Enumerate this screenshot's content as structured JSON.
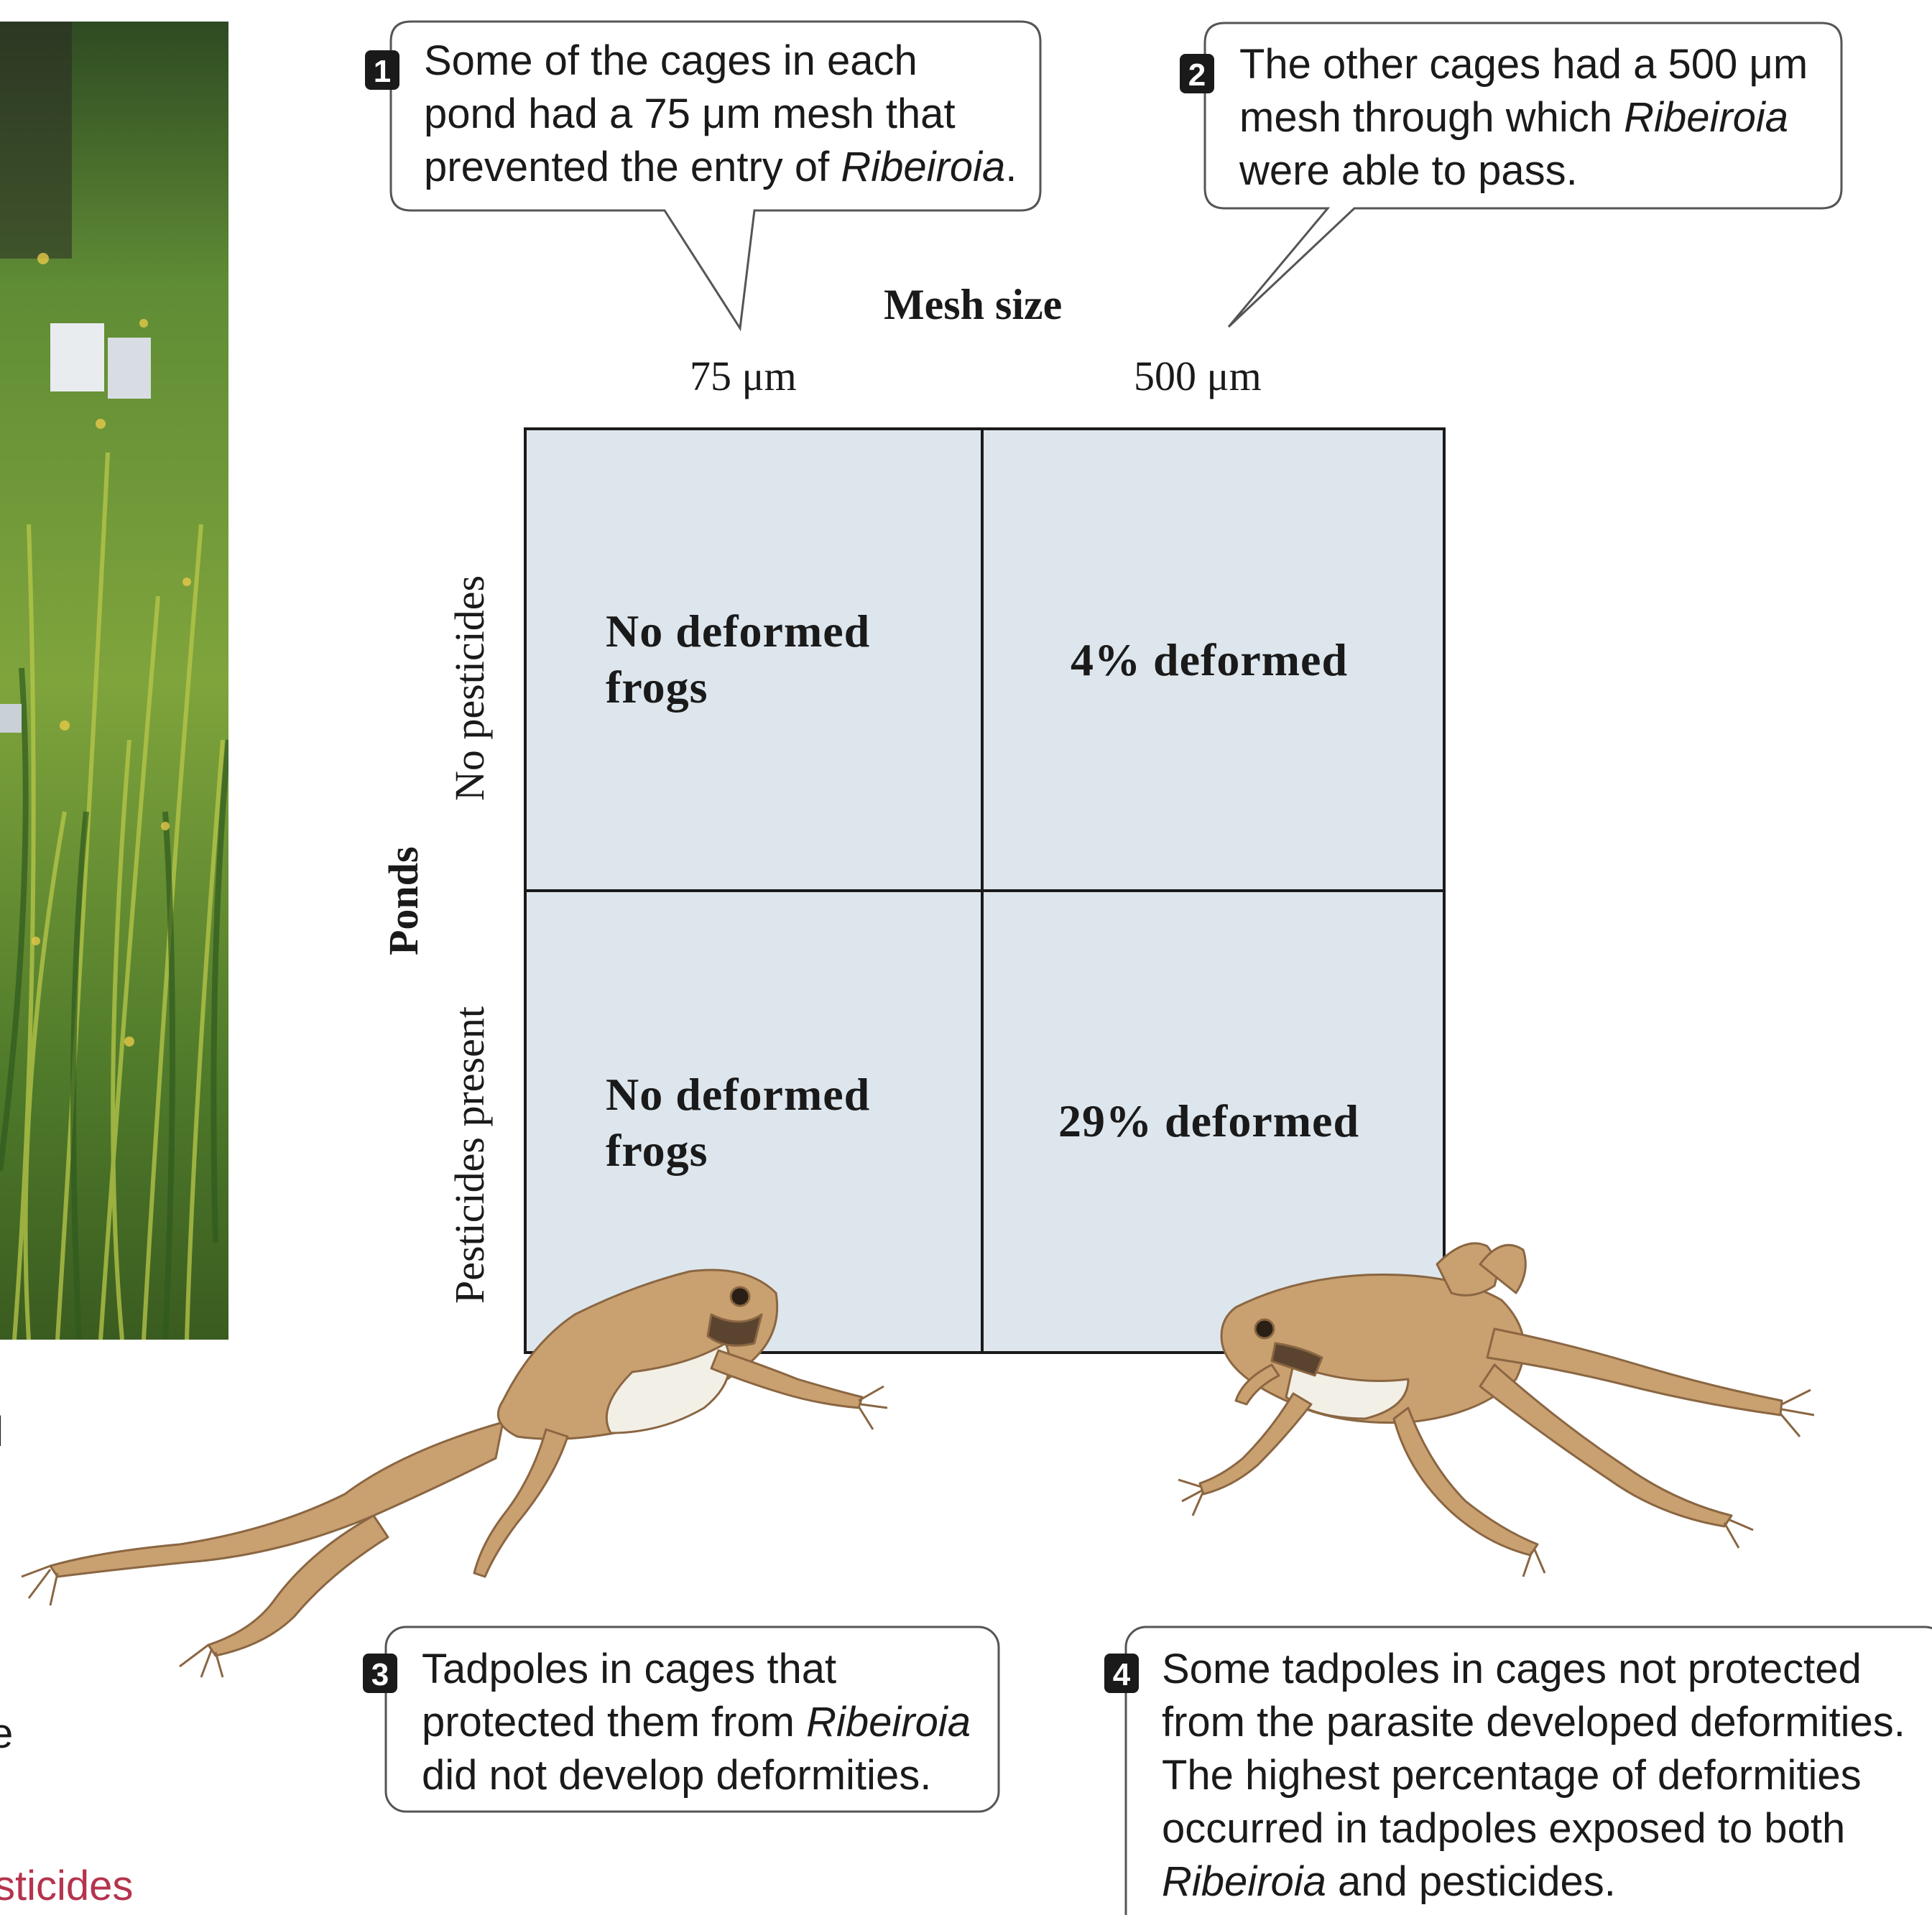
{
  "callouts": [
    {
      "number": "1",
      "lines": [
        [
          {
            "t": "Some of the cages in each"
          }
        ],
        [
          {
            "t": "pond had a 75 μm mesh that"
          }
        ],
        [
          {
            "t": "prevented the entry of "
          },
          {
            "t": "Ribeiroia",
            "i": true
          },
          {
            "t": "."
          }
        ]
      ]
    },
    {
      "number": "2",
      "lines": [
        [
          {
            "t": "The other cages had a 500 μm"
          }
        ],
        [
          {
            "t": "mesh through which "
          },
          {
            "t": "Ribeiroia",
            "i": true
          }
        ],
        [
          {
            "t": "were able to pass."
          }
        ]
      ]
    },
    {
      "number": "3",
      "lines": [
        [
          {
            "t": "Tadpoles in cages that"
          }
        ],
        [
          {
            "t": "protected them from "
          },
          {
            "t": "Ribeiroia",
            "i": true
          }
        ],
        [
          {
            "t": "did not develop deformities."
          }
        ]
      ]
    },
    {
      "number": "4",
      "lines": [
        [
          {
            "t": "Some tadpoles in cages not protected"
          }
        ],
        [
          {
            "t": "from the parasite developed deformities."
          }
        ],
        [
          {
            "t": "The highest percentage of deformities"
          }
        ],
        [
          {
            "t": "occurred in tadpoles exposed to both"
          }
        ],
        [
          {
            "t": "Ribeiroia",
            "i": true
          },
          {
            "t": " and pesticides."
          }
        ]
      ]
    }
  ],
  "grid": {
    "column_axis_title": "Mesh size",
    "columns": [
      "75 μm",
      "500 μm"
    ],
    "row_axis_title": "Ponds",
    "rows": [
      "No pesticides",
      "Pesticides present"
    ],
    "cells": [
      [
        "No deformed\nfrogs",
        "4% deformed"
      ],
      [
        "No deformed\nfrogs",
        "29% deformed"
      ]
    ],
    "cell_color": "#dde6ec"
  },
  "edge_fragments": {
    "left_mid": "l",
    "left_lower": "e",
    "bottom": "sticides"
  },
  "colors": {
    "callout_border": "#555555",
    "badge": "#1a1a1a",
    "edge_accent": "#b5334d",
    "frog_skin": "#c9a070",
    "frog_belly": "#f2efe6"
  }
}
